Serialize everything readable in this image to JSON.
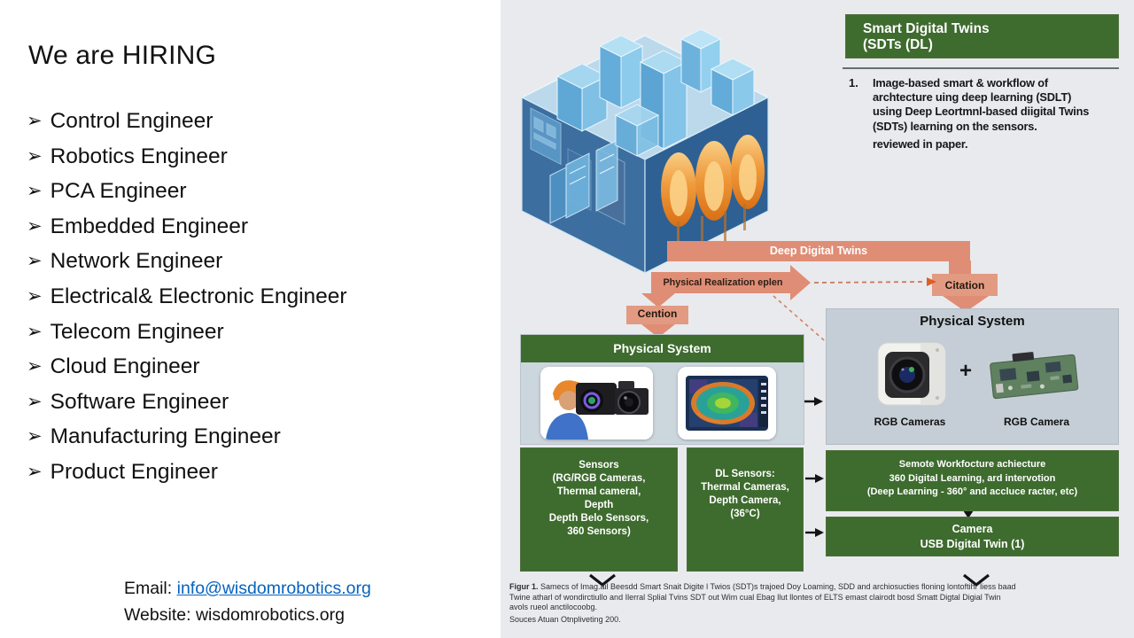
{
  "left": {
    "title": "We are HIRING",
    "bullet_glyph": "➢",
    "roles": [
      "Control Engineer",
      "Robotics Engineer",
      "PCA Engineer",
      "Embedded Engineer",
      "Network Engineer",
      "Electrical& Electronic Engineer",
      "Telecom Engineer",
      "Cloud Engineer",
      "Software Engineer",
      "Manufacturing Engineer",
      "Product Engineer"
    ],
    "contact": {
      "email_label": "Email: ",
      "email": "info@wisdomrobotics.org",
      "website_label": "Website: ",
      "website": "wisdomrobotics.org"
    }
  },
  "figure": {
    "colors": {
      "background": "#e9eaed",
      "green": "#3e6b2e",
      "salmon": "#e08d75",
      "panel_gray": "#c5ced6",
      "panel_light": "#ccd6dd"
    },
    "header": {
      "line1": "Smart Digital Twins",
      "line2": "(SDTs (DL)"
    },
    "intro": {
      "number": "1.",
      "line1": "Image-based smart & workflow of",
      "line2": "archtecture uing deep learning (SDLT)",
      "line3": "using Deep Leortmnl-based diigital Twins",
      "line4": "(SDTs) learning on the sensors.",
      "footnote": "reviewed in paper."
    },
    "flow": {
      "deep_digital_twins": "Deep Digital Twins",
      "physical_realization": "Physical Realization eplen",
      "citation": "Citation",
      "creation": "Cention"
    },
    "left_system": {
      "title": "Physical System"
    },
    "right_system": {
      "title": "Physical System",
      "plus": "+",
      "camera_label": "RGB Cameras",
      "board_label": "RGB Camera"
    },
    "sensors_box": {
      "line1": "Sensors",
      "line2": "(RG/RGB Cameras,",
      "line3": "Thermal cameral,",
      "line4": "Depth",
      "line5": "Depth Belo Sensors,",
      "line6": "360 Sensors)"
    },
    "dl_sensors_box": {
      "line1": "DL Sensors:",
      "line2": "Thermal Cameras,",
      "line3": "Depth Camera,",
      "line4": "(36°C)"
    },
    "workflow_box": {
      "line1": "Semote Workfocture achiecture",
      "line2": "360 Digital Learning, ard intervotion",
      "line3": "(Deep Learning - 360° and accluce racter, etc)"
    },
    "camera_box": {
      "line1": "Camera",
      "line2": "USB Digital Twin (1)"
    },
    "caption": {
      "label": "Figur 1.",
      "line1": " Samecs of Imag.ail Beesdd Smart Snait Digite l Twios (SDT)s trajoed Doy Loaming, SDD and archiosucties floning lontoftihr liess baad",
      "line2": "Twine atharl of wondirctiullo and Ilerral Splial Tvins SDT out Wim cual Ebag llut llontes of ELTS emast clairodt bosd Smatt Digtal Digial Twin",
      "line3": "avols rueol anctilocoobg.",
      "source": "Souces Atuan Otnpliveting 200."
    }
  }
}
